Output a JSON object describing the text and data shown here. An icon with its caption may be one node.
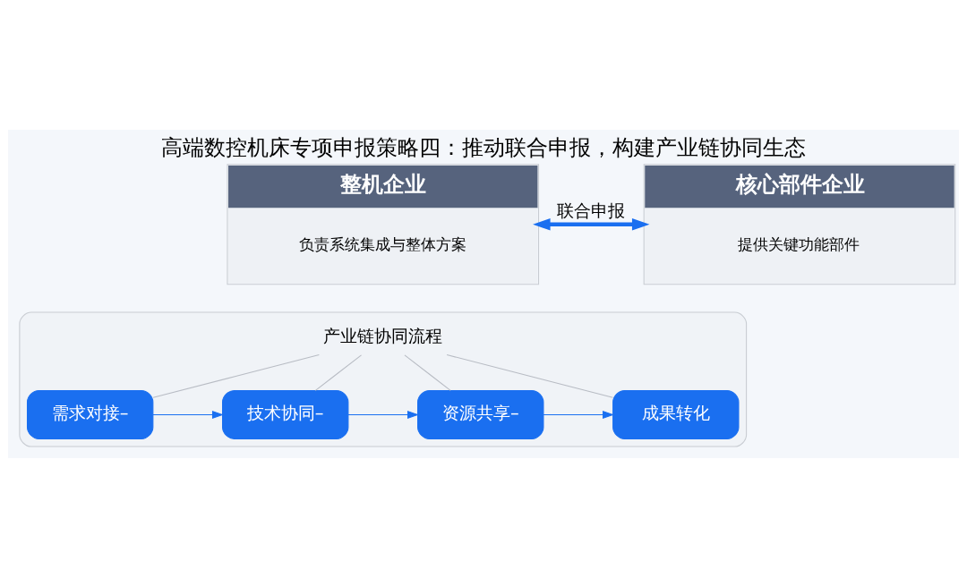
{
  "diagram": {
    "title": "高端数控机床专项申报策略四：推动联合申报，构建产业链协同生态",
    "nodes": [
      {
        "text": [
          "整机企业",
          "负责系统集成与整体方案"
        ]
      },
      {
        "text": [
          "核心部件企业",
          "提供关键功能部件"
        ]
      },
      {
        "text": [],
        "shape": "box"
      },
      {
        "text": [
          "产业链协同流程"
        ],
        "in": 2
      },
      {
        "text": [
          "需求对接–"
        ],
        "in": 2
      },
      {
        "text": [
          "技术协同–"
        ],
        "in": 2
      },
      {
        "text": [
          "资源共享–"
        ],
        "in": 2
      },
      {
        "text": [
          "成果转化"
        ],
        "in": 2
      }
    ],
    "edges": [
      {
        "from": 0,
        "to": 1,
        "arrow": "both",
        "label": "联合申报",
        "color": "#1a6ff0",
        "style": "thick"
      },
      {
        "from": 3,
        "to": 4,
        "arrow": "none",
        "color": "#b8bcc4"
      },
      {
        "from": 3,
        "to": 5,
        "arrow": "none",
        "color": "#b8bcc4"
      },
      {
        "from": 3,
        "to": 6,
        "arrow": "none",
        "color": "#b8bcc4"
      },
      {
        "from": 3,
        "to": 7,
        "arrow": "none",
        "color": "#b8bcc4"
      },
      {
        "from": 4,
        "to": 5,
        "arrow": "to"
      },
      {
        "from": 5,
        "to": 6,
        "arrow": "to"
      },
      {
        "from": 6,
        "to": 7,
        "arrow": "to"
      }
    ]
  }
}
